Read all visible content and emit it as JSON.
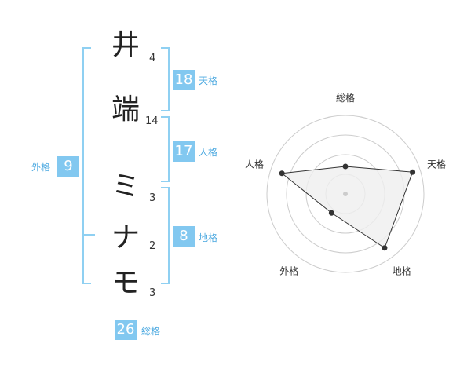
{
  "name_chars": [
    {
      "char": "井",
      "strokes": "4"
    },
    {
      "char": "端",
      "strokes": "14"
    },
    {
      "char": "ミ",
      "strokes": "3"
    },
    {
      "char": "ナ",
      "strokes": "2"
    },
    {
      "char": "モ",
      "strokes": "3"
    }
  ],
  "kaku": {
    "tenkaku": {
      "value": "18",
      "label": "天格"
    },
    "jinkaku": {
      "value": "17",
      "label": "人格"
    },
    "chikaku": {
      "value": "8",
      "label": "地格"
    },
    "gaikaku": {
      "value": "9",
      "label": "外格"
    },
    "soukaku": {
      "value": "26",
      "label": "総格"
    }
  },
  "chart_data": {
    "type": "radar",
    "axes": [
      "総格",
      "天格",
      "地格",
      "外格",
      "人格"
    ],
    "values": [
      0.35,
      0.9,
      0.85,
      0.3,
      0.85
    ],
    "rings": 4,
    "colors": {
      "fill": "#efefef",
      "stroke": "#333333",
      "ring": "#cccccc",
      "accent": "#82c8f0"
    }
  }
}
